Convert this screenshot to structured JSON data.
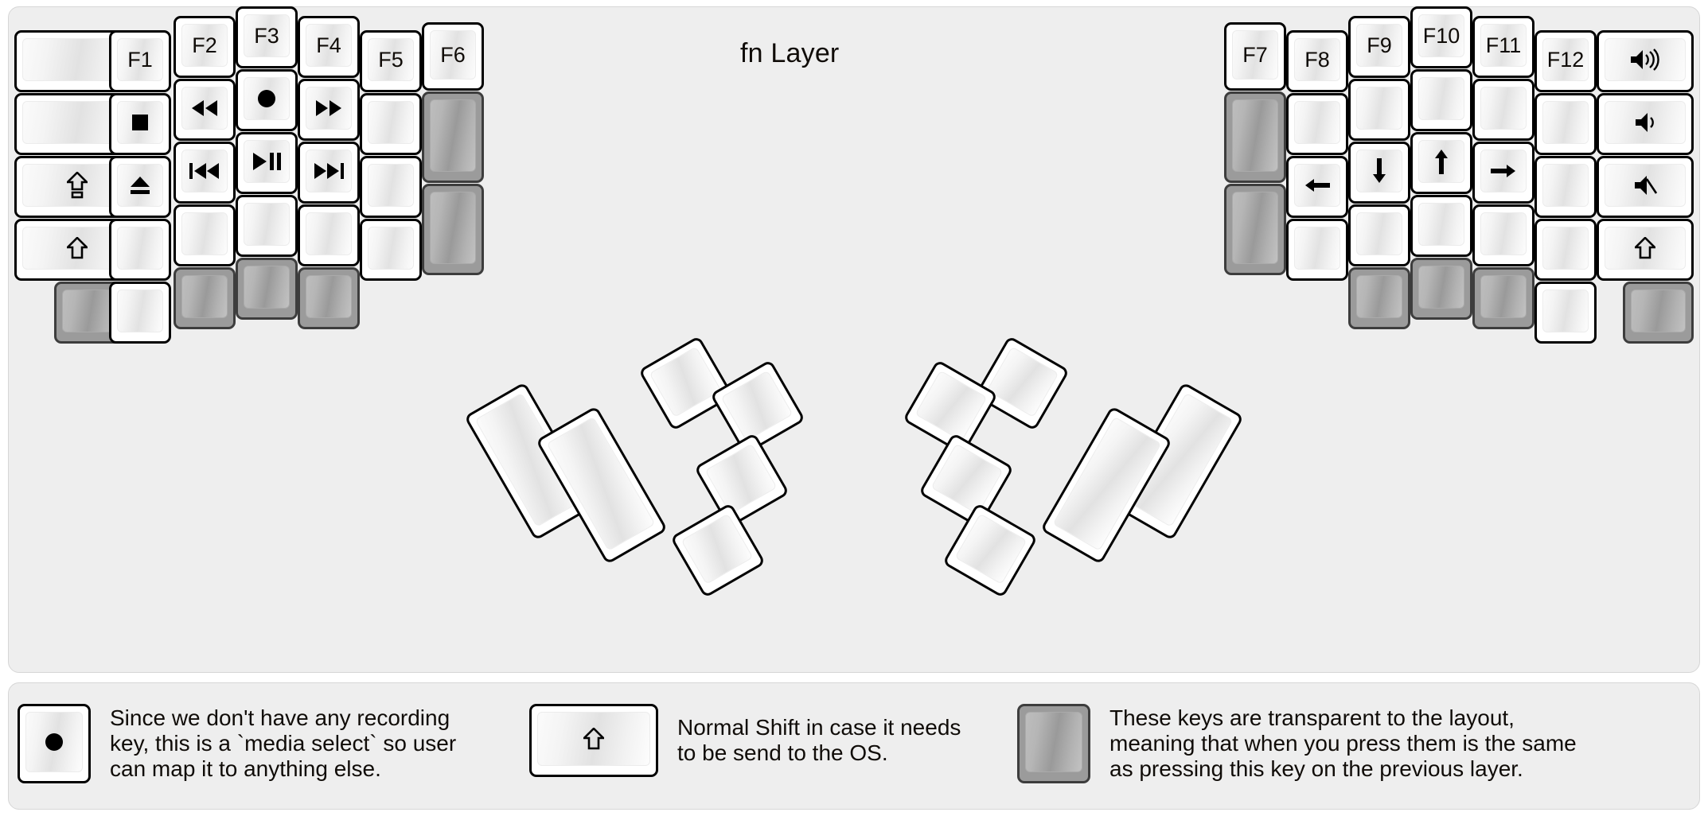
{
  "title": "fn Layer",
  "colors": {
    "background": "#eeeeee",
    "key_fill": "#ffffff",
    "key_border": "#000000",
    "transparent_key": "#9b9b9b",
    "text": "#100c08"
  },
  "left_half": {
    "columns": [
      {
        "name": "col-pinky-outer",
        "keys": [
          {
            "label": "",
            "icon": "",
            "type": "normal"
          },
          {
            "label": "",
            "icon": "",
            "type": "normal"
          },
          {
            "label": "",
            "icon": "caps-lock-icon",
            "type": "normal"
          },
          {
            "label": "",
            "icon": "shift-icon",
            "type": "normal"
          },
          {
            "label": "",
            "icon": "",
            "type": "transparent"
          }
        ]
      },
      {
        "name": "col-pinky",
        "keys": [
          {
            "label": "F1",
            "icon": "",
            "type": "normal"
          },
          {
            "label": "",
            "icon": "media-stop-icon",
            "type": "normal"
          },
          {
            "label": "",
            "icon": "media-eject-icon",
            "type": "normal"
          },
          {
            "label": "",
            "icon": "",
            "type": "normal"
          },
          {
            "label": "",
            "icon": "",
            "type": "normal"
          }
        ]
      },
      {
        "name": "col-ring",
        "keys": [
          {
            "label": "F2",
            "icon": "",
            "type": "normal"
          },
          {
            "label": "",
            "icon": "media-rewind-icon",
            "type": "normal"
          },
          {
            "label": "",
            "icon": "media-prev-track-icon",
            "type": "normal"
          },
          {
            "label": "",
            "icon": "",
            "type": "normal"
          },
          {
            "label": "",
            "icon": "",
            "type": "transparent"
          }
        ]
      },
      {
        "name": "col-middle",
        "keys": [
          {
            "label": "F3",
            "icon": "",
            "type": "normal"
          },
          {
            "label": "",
            "icon": "media-record-icon",
            "type": "normal"
          },
          {
            "label": "",
            "icon": "media-play-pause-icon",
            "type": "normal"
          },
          {
            "label": "",
            "icon": "",
            "type": "normal"
          },
          {
            "label": "",
            "icon": "",
            "type": "transparent"
          }
        ]
      },
      {
        "name": "col-index",
        "keys": [
          {
            "label": "F4",
            "icon": "",
            "type": "normal"
          },
          {
            "label": "",
            "icon": "media-fast-forward-icon",
            "type": "normal"
          },
          {
            "label": "",
            "icon": "media-next-track-icon",
            "type": "normal"
          },
          {
            "label": "",
            "icon": "",
            "type": "normal"
          },
          {
            "label": "",
            "icon": "",
            "type": "transparent"
          }
        ]
      },
      {
        "name": "col-inner",
        "keys": [
          {
            "label": "F5",
            "icon": "",
            "type": "normal"
          },
          {
            "label": "",
            "icon": "",
            "type": "normal"
          },
          {
            "label": "",
            "icon": "",
            "type": "normal"
          },
          {
            "label": "",
            "icon": "",
            "type": "normal"
          }
        ]
      },
      {
        "name": "col-innermost",
        "keys": [
          {
            "label": "F6",
            "icon": "",
            "type": "normal"
          },
          {
            "label": "",
            "icon": "",
            "type": "transparent"
          },
          {
            "label": "",
            "icon": "",
            "type": "transparent"
          }
        ]
      }
    ]
  },
  "right_half": {
    "columns": [
      {
        "name": "col-innermost",
        "keys": [
          {
            "label": "F7",
            "icon": "",
            "type": "normal"
          },
          {
            "label": "",
            "icon": "",
            "type": "transparent"
          },
          {
            "label": "",
            "icon": "",
            "type": "transparent"
          }
        ]
      },
      {
        "name": "col-inner",
        "keys": [
          {
            "label": "F8",
            "icon": "",
            "type": "normal"
          },
          {
            "label": "",
            "icon": "",
            "type": "normal"
          },
          {
            "label": "",
            "icon": "arrow-left-icon",
            "type": "normal"
          },
          {
            "label": "",
            "icon": "",
            "type": "normal"
          }
        ]
      },
      {
        "name": "col-index",
        "keys": [
          {
            "label": "F9",
            "icon": "",
            "type": "normal"
          },
          {
            "label": "",
            "icon": "",
            "type": "normal"
          },
          {
            "label": "",
            "icon": "arrow-down-icon",
            "type": "normal"
          },
          {
            "label": "",
            "icon": "",
            "type": "normal"
          },
          {
            "label": "",
            "icon": "",
            "type": "transparent"
          }
        ]
      },
      {
        "name": "col-middle",
        "keys": [
          {
            "label": "F10",
            "icon": "",
            "type": "normal"
          },
          {
            "label": "",
            "icon": "",
            "type": "normal"
          },
          {
            "label": "",
            "icon": "arrow-up-icon",
            "type": "normal"
          },
          {
            "label": "",
            "icon": "",
            "type": "normal"
          },
          {
            "label": "",
            "icon": "",
            "type": "transparent"
          }
        ]
      },
      {
        "name": "col-ring",
        "keys": [
          {
            "label": "F11",
            "icon": "",
            "type": "normal"
          },
          {
            "label": "",
            "icon": "",
            "type": "normal"
          },
          {
            "label": "",
            "icon": "arrow-right-icon",
            "type": "normal"
          },
          {
            "label": "",
            "icon": "",
            "type": "normal"
          },
          {
            "label": "",
            "icon": "",
            "type": "transparent"
          }
        ]
      },
      {
        "name": "col-pinky",
        "keys": [
          {
            "label": "F12",
            "icon": "",
            "type": "normal"
          },
          {
            "label": "",
            "icon": "",
            "type": "normal"
          },
          {
            "label": "",
            "icon": "",
            "type": "normal"
          },
          {
            "label": "",
            "icon": "",
            "type": "normal"
          },
          {
            "label": "",
            "icon": "",
            "type": "normal"
          }
        ]
      },
      {
        "name": "col-pinky-outer",
        "keys": [
          {
            "label": "",
            "icon": "volume-up-icon",
            "type": "normal"
          },
          {
            "label": "",
            "icon": "volume-down-icon",
            "type": "normal"
          },
          {
            "label": "",
            "icon": "volume-mute-icon",
            "type": "normal"
          },
          {
            "label": "",
            "icon": "shift-icon",
            "type": "normal"
          },
          {
            "label": "",
            "icon": "",
            "type": "transparent"
          }
        ]
      }
    ]
  },
  "thumb_clusters": {
    "left": {
      "name": "left-thumb-cluster",
      "key_count": 6
    },
    "right": {
      "name": "right-thumb-cluster",
      "key_count": 6
    }
  },
  "legend": [
    {
      "key_icon": "media-record-icon",
      "key_type": "normal",
      "text": "Since we don't have any recording\nkey, this is a `media select` so user\ncan map it to anything else."
    },
    {
      "key_icon": "shift-icon",
      "key_type": "normal",
      "text": "Normal Shift in case it needs\nto be send to the OS."
    },
    {
      "key_icon": "",
      "key_type": "transparent",
      "text": "These keys are transparent to the layout,\nmeaning that when you press them is the same\nas pressing this key on the previous layer."
    }
  ]
}
